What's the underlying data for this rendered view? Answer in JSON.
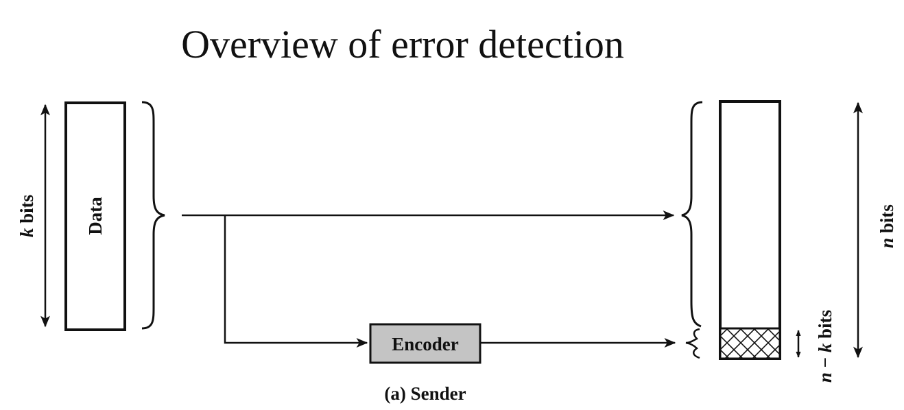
{
  "title": "Overview of error detection",
  "data_block_label": "Data",
  "encoder_label": "Encoder",
  "k_label": {
    "var": "k",
    "unit": " bits"
  },
  "n_label": {
    "var": "n",
    "unit": " bits"
  },
  "nk_label": {
    "var1": "n",
    "op": " − ",
    "var2": "k",
    "unit": " bits"
  },
  "caption": "(a) Sender",
  "colors": {
    "ink": "#111111",
    "encoder_fill": "#c4c4c4",
    "background": "#ffffff"
  }
}
